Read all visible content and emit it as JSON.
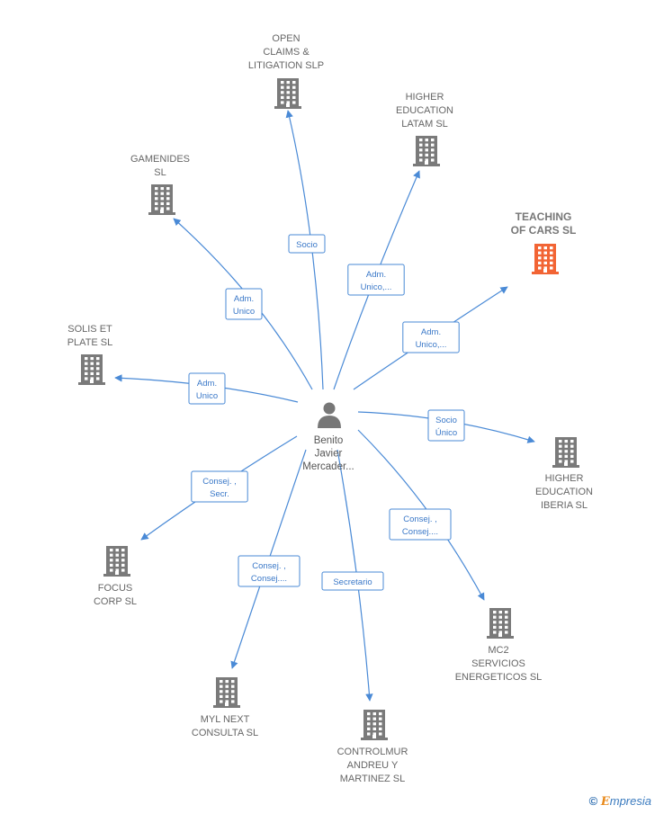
{
  "center": {
    "name_lines": [
      "Benito",
      "Javier",
      "Mercader..."
    ]
  },
  "colors": {
    "edge": "#4a8ad6",
    "building": "#7a7a7a",
    "building_highlight": "#f26434",
    "person": "#777777"
  },
  "companies": [
    {
      "id": "open-claims",
      "lines": [
        "OPEN",
        "CLAIMS &",
        "LITIGATION  SLP"
      ],
      "highlight": false,
      "role": [
        "Socio"
      ]
    },
    {
      "id": "higher-education-latam",
      "lines": [
        "HIGHER",
        "EDUCATION",
        "LATAM  SL"
      ],
      "highlight": false,
      "role": [
        "Adm.",
        "Unico,..."
      ]
    },
    {
      "id": "gamenides",
      "lines": [
        "GAMENIDES",
        "SL"
      ],
      "highlight": false,
      "role": [
        "Adm.",
        "Unico"
      ]
    },
    {
      "id": "teaching-of-cars",
      "lines": [
        "TEACHING",
        "OF CARS  SL"
      ],
      "highlight": true,
      "role": [
        "Adm.",
        "Unico,..."
      ]
    },
    {
      "id": "solis-et-plate",
      "lines": [
        "SOLIS ET",
        "PLATE  SL"
      ],
      "highlight": false,
      "role": [
        "Adm.",
        "Unico"
      ]
    },
    {
      "id": "higher-education-iberia",
      "lines": [
        "HIGHER",
        "EDUCATION",
        "IBERIA  SL"
      ],
      "highlight": false,
      "role": [
        "Socio",
        "Único"
      ]
    },
    {
      "id": "focus-corp",
      "lines": [
        "FOCUS",
        "CORP  SL"
      ],
      "highlight": false,
      "role": [
        "Consej. ,",
        "Secr."
      ]
    },
    {
      "id": "mc2-servicios",
      "lines": [
        "MC2",
        "SERVICIOS",
        "ENERGETICOS SL"
      ],
      "highlight": false,
      "role": [
        "Consej. ,",
        "Consej...."
      ]
    },
    {
      "id": "myl-next",
      "lines": [
        "MYL NEXT",
        "CONSULTA SL"
      ],
      "highlight": false,
      "role": [
        "Consej. ,",
        "Consej...."
      ]
    },
    {
      "id": "controlmur",
      "lines": [
        "CONTROLMUR",
        "ANDREU Y",
        "MARTINEZ SL"
      ],
      "highlight": false,
      "role": [
        "Secretario"
      ]
    }
  ],
  "footer": {
    "copyright": "©",
    "brand_first": "E",
    "brand_rest": "mpresia"
  }
}
